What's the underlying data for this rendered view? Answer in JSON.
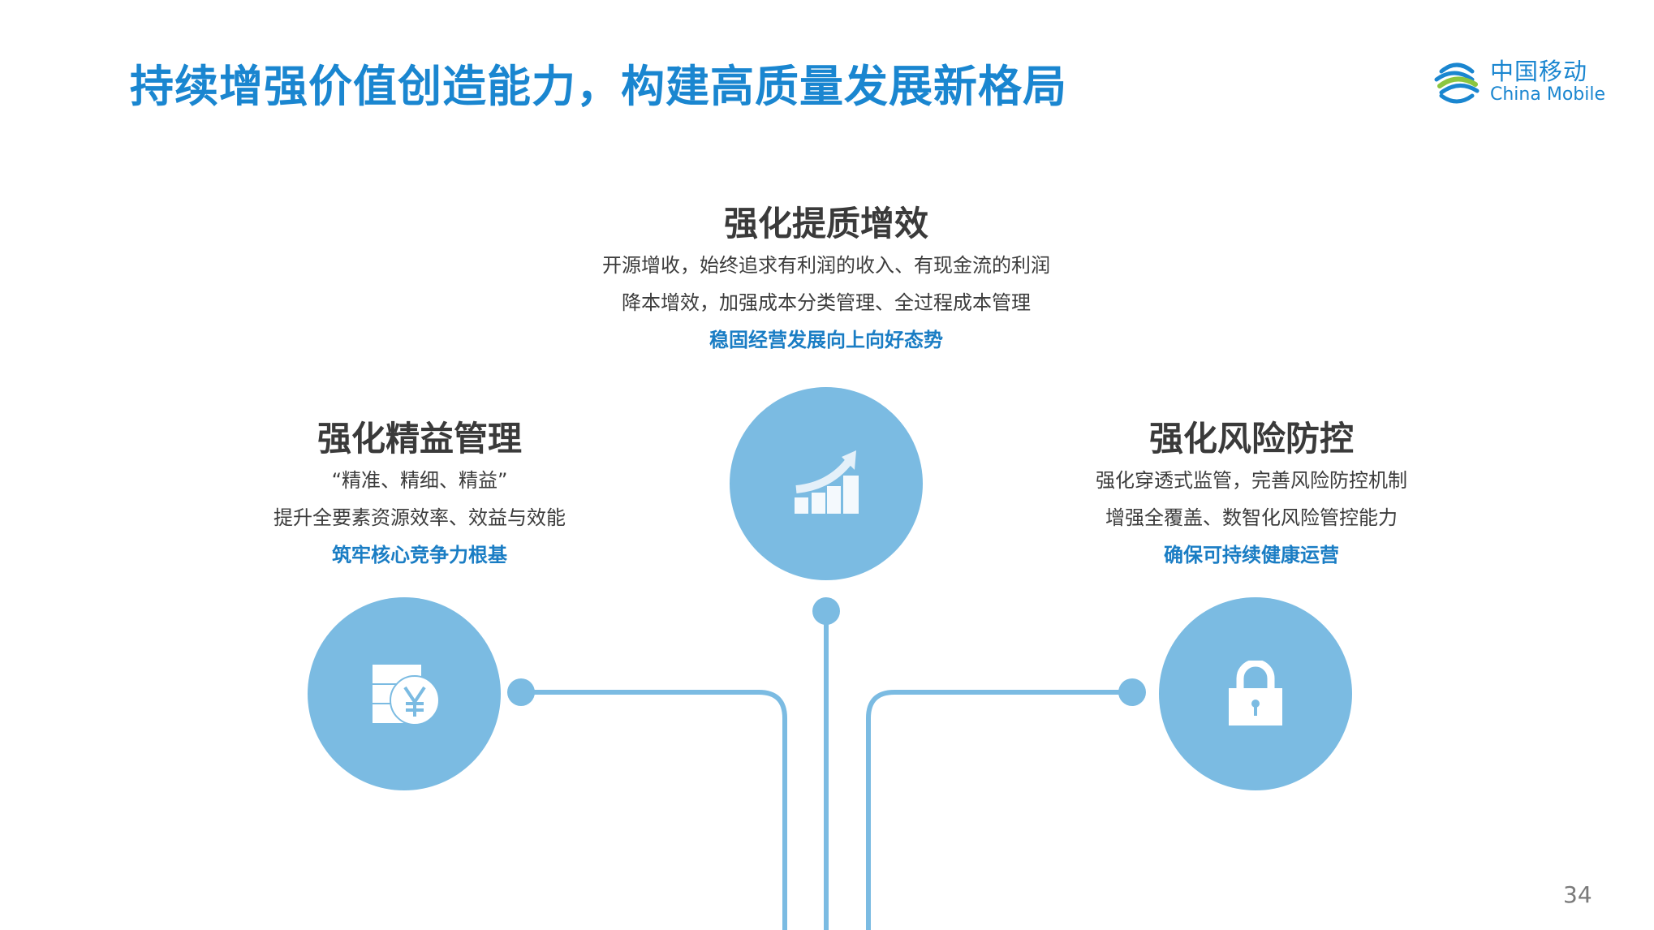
{
  "title": "持续增强价值创造能力，构建高质量发展新格局",
  "logo": {
    "cn": "中国移动",
    "en": "China Mobile"
  },
  "center": {
    "heading": "强化提质增效",
    "lines": [
      "开源增收，始终追求有利润的收入、有现金流的利润",
      "降本增效，加强成本分类管理、全过程成本管理"
    ],
    "highlight": "稳固经营发展向上向好态势",
    "icon": "growth-chart-icon"
  },
  "left": {
    "heading": "强化精益管理",
    "lines": [
      "“精准、精细、精益”",
      "提升全要素资源效率、效益与效能"
    ],
    "highlight": "筑牢核心竞争力根基",
    "icon": "yuan-coin-icon"
  },
  "right": {
    "heading": "强化风险防控",
    "lines": [
      "强化穿透式监管，完善风险防控机制",
      "增强全覆盖、数智化风险管控能力"
    ],
    "highlight": "确保可持续健康运营",
    "icon": "lock-icon"
  },
  "page_number": "34",
  "colors": {
    "accent": "#1a86d0",
    "circle": "#7bbbe2",
    "heading": "#3a3a3a"
  }
}
